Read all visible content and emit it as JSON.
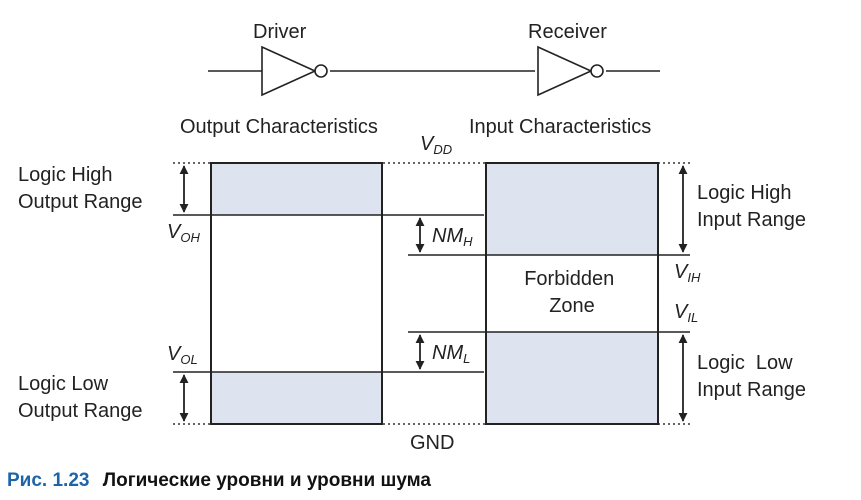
{
  "gates": {
    "driver": "Driver",
    "receiver": "Receiver"
  },
  "headings": {
    "output": "Output Characteristics",
    "input": "Input Characteristics"
  },
  "rails": {
    "vdd_main": "V",
    "vdd_sub": "DD",
    "gnd": "GND"
  },
  "output_side": {
    "high_range": [
      "Logic High",
      "Output Range"
    ],
    "low_range": [
      "Logic Low",
      "Output Range"
    ],
    "voh_main": "V",
    "voh_sub": "OH",
    "vol_main": "V",
    "vol_sub": "OL"
  },
  "input_side": {
    "high_range": [
      "Logic High",
      "Input Range"
    ],
    "low_range": [
      "Logic  Low",
      "Input Range"
    ],
    "forbidden": [
      "Forbidden",
      "Zone"
    ],
    "vih_main": "V",
    "vih_sub": "IH",
    "vil_main": "V",
    "vil_sub": "IL"
  },
  "noise_margins": {
    "high_main": "NM",
    "high_sub": "H",
    "low_main": "NM",
    "low_sub": "L"
  },
  "caption": {
    "number": "Рис. 1.23",
    "title": "Логические уровни и уровни шума"
  },
  "colors": {
    "band_fill": "#dde3ef",
    "line": "#222222",
    "caption_accent": "#1e64a8"
  }
}
